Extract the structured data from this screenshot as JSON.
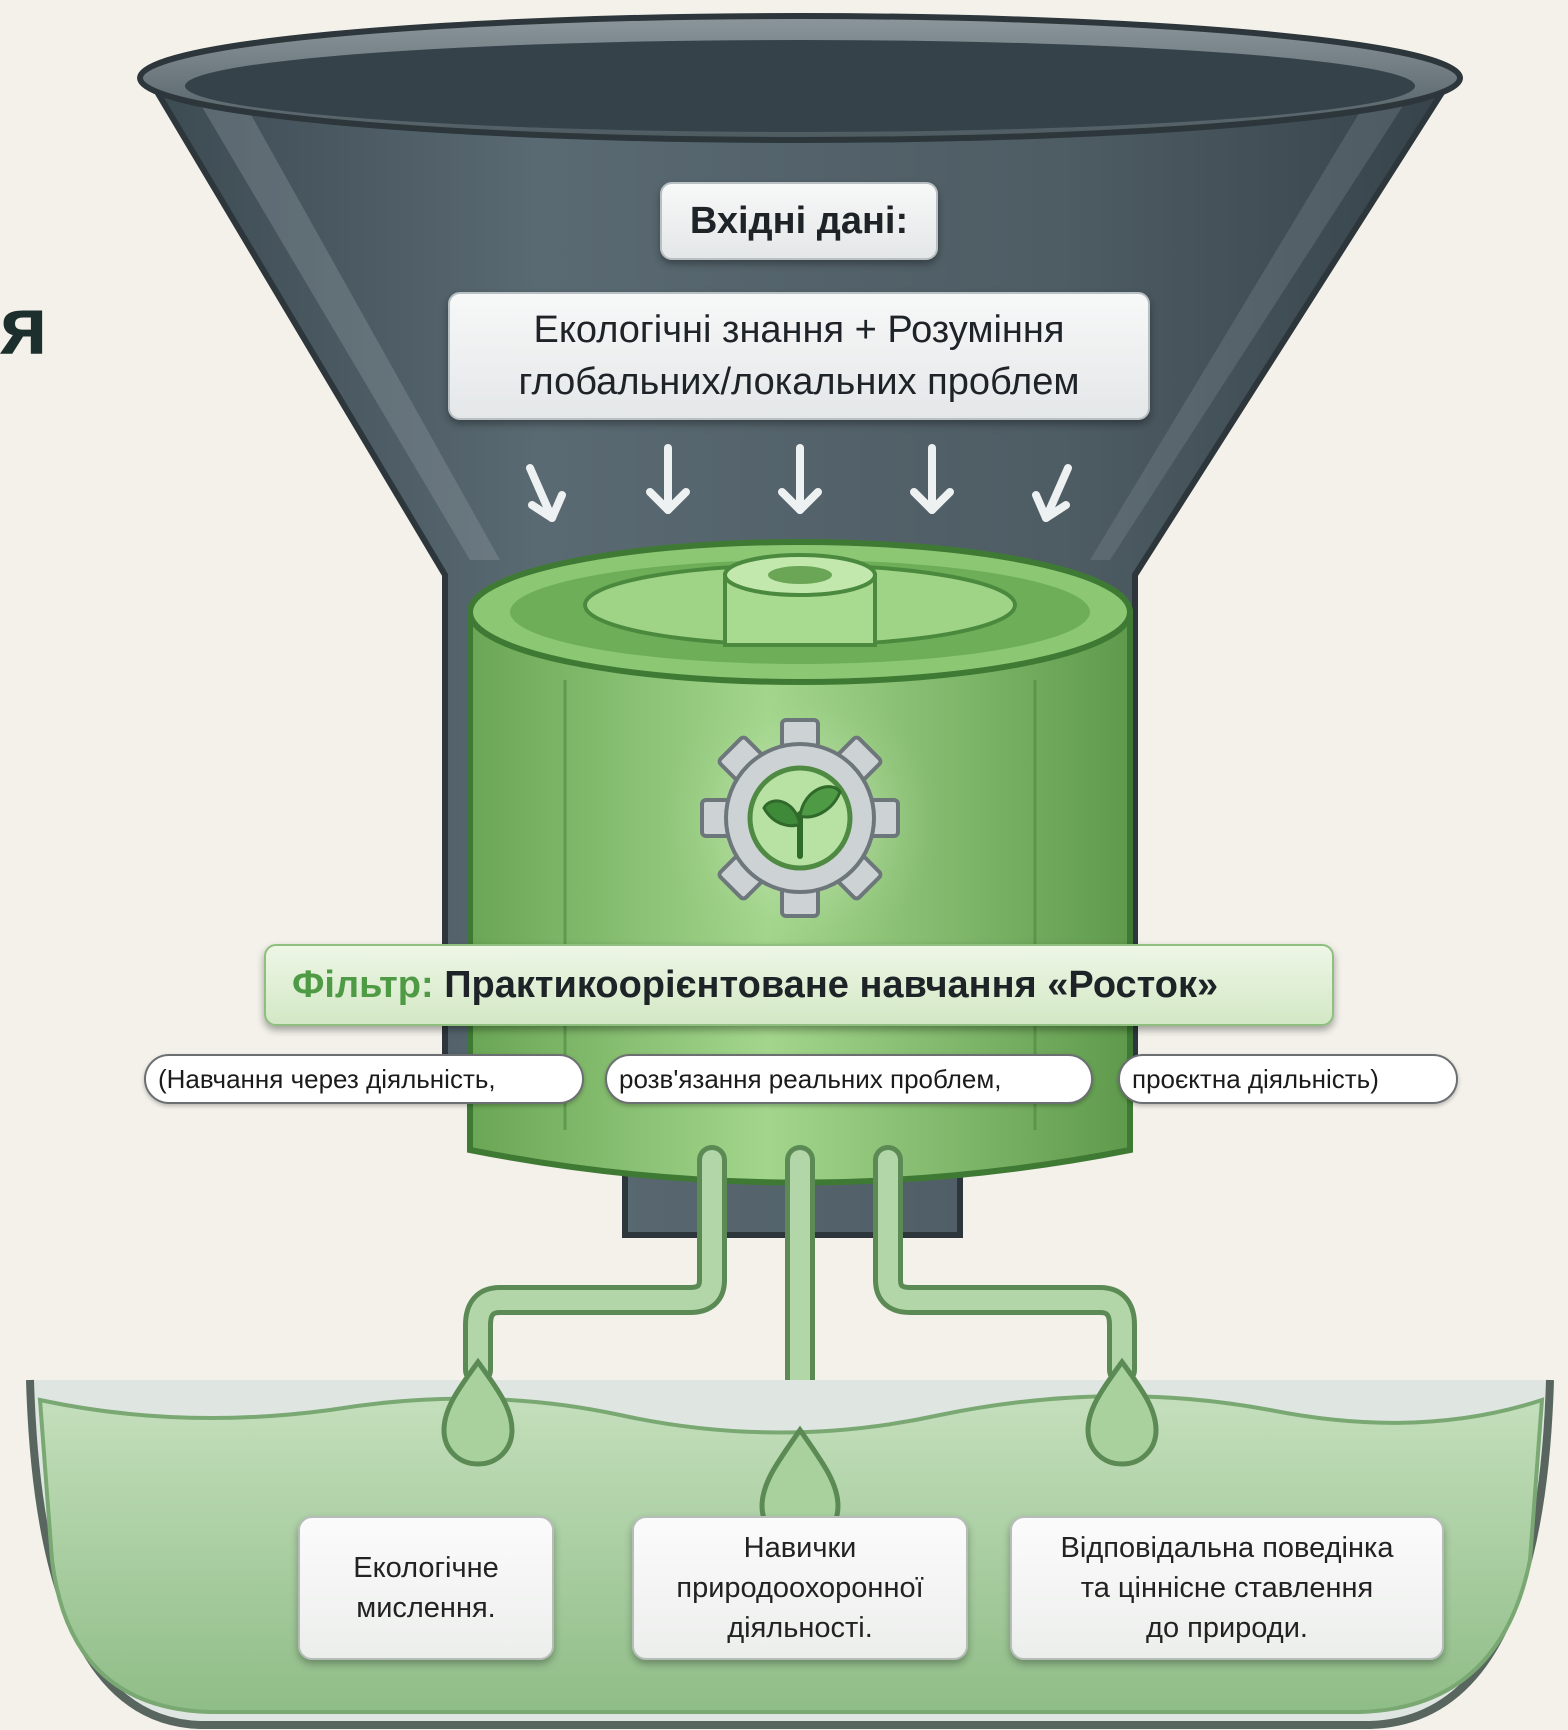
{
  "edge_glyph": "я",
  "input": {
    "title": "Вхідні дані:",
    "line1": "Екологічні знання + Розуміння",
    "line2": "глобальних/локальних проблем"
  },
  "filter": {
    "prefix": "Фільтр:",
    "name": "Практикоорієнтоване навчання «Росток»",
    "methods": [
      "(Навчання через діяльність,",
      "розв'язання реальних проблем,",
      "проєктна діяльність)"
    ]
  },
  "outputs": [
    {
      "line1": "Екологічне",
      "line2": "мислення."
    },
    {
      "line1": "Навички",
      "line2": "природоохоронної",
      "line3": "діяльності."
    },
    {
      "line1": "Відповідальна поведінка",
      "line2": "та ціннісне ставлення",
      "line3": "до природи."
    }
  ],
  "icons": {
    "arrows": "down-arrow-icon",
    "filter_emblem": "gear-with-sprout-icon",
    "drops": "droplet-icon"
  },
  "colors": {
    "funnel": "#4a5962",
    "filter_green": "#7fbf64",
    "liquid": "#a9cfa2",
    "label_text": "#1d2327",
    "filter_prefix": "#4f9a45"
  }
}
